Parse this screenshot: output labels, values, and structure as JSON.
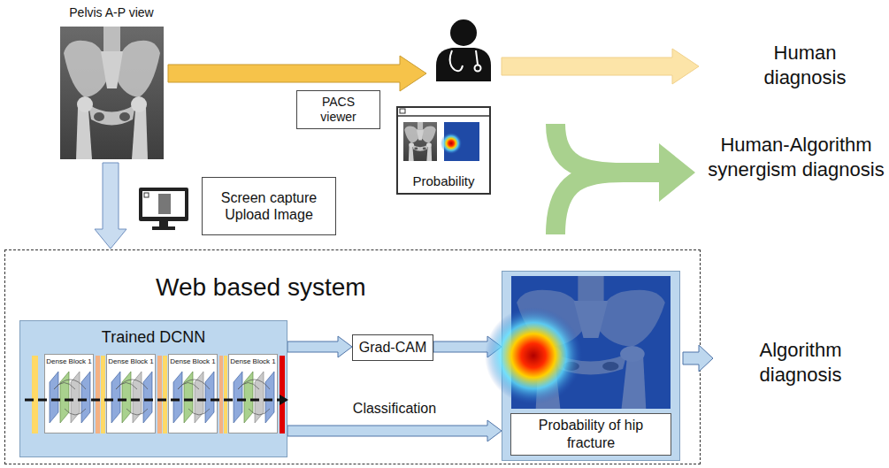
{
  "diagram": {
    "nodes": [
      {
        "text": [
          "Pelvis A-P view"
        ]
      },
      {
        "text": [
          "PACS viewer"
        ]
      },
      {
        "text": [
          "Probability"
        ]
      },
      {
        "text": [
          "Screen capture Upload Image"
        ]
      },
      {
        "text": [
          "Web based system"
        ]
      },
      {
        "text": [
          "Trained DCNN"
        ],
        "in": 4
      },
      {
        "text": [
          "Dense Block 1"
        ],
        "in": 5
      },
      {
        "text": [
          "Dense Block 1"
        ],
        "in": 5
      },
      {
        "text": [
          "Dense Block 1"
        ],
        "in": 5
      },
      {
        "text": [
          "Dense Block 1"
        ],
        "in": 5
      },
      {
        "text": [
          "Grad-CAM"
        ],
        "in": 4
      },
      {
        "text": [
          "Probability of hip fracture"
        ],
        "in": 4
      }
    ],
    "edges": [
      {
        "from": 0,
        "to": 4,
        "arrow": "to"
      },
      {
        "from": 5,
        "to": 10,
        "arrow": "to"
      },
      {
        "from": 10,
        "to": 11,
        "arrow": "to"
      },
      {
        "from": 5,
        "to": 11,
        "label": "Classification",
        "arrow": "to"
      }
    ],
    "labels": [
      "Human diagnosis",
      "Human-Algorithm synergism diagnosis",
      "Algorithm diagnosis"
    ]
  }
}
